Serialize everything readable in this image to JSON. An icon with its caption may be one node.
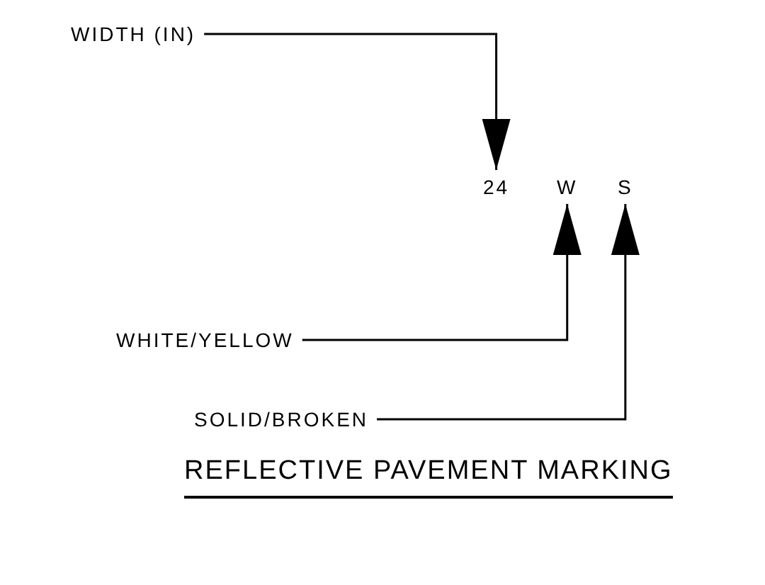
{
  "diagram": {
    "title": "REFLECTIVE PAVEMENT MARKING",
    "nodes": [
      {
        "text": [
          "WIDTH (IN)"
        ]
      },
      {
        "text": [
          "24"
        ]
      },
      {
        "text": [
          "W"
        ]
      },
      {
        "text": [
          "S"
        ]
      },
      {
        "text": [
          "WHITE/YELLOW"
        ]
      },
      {
        "text": [
          "SOLID/BROKEN"
        ]
      }
    ],
    "edges": [
      {
        "from": 0,
        "to": 1,
        "arrow": "to"
      },
      {
        "from": 4,
        "to": 2,
        "arrow": "to"
      },
      {
        "from": 5,
        "to": 3,
        "arrow": "to"
      }
    ]
  }
}
